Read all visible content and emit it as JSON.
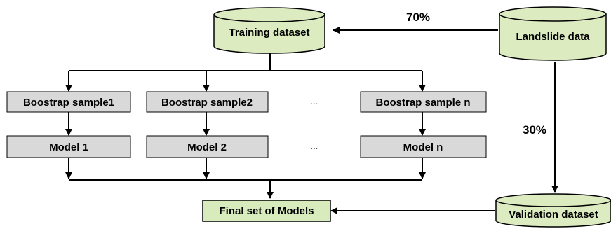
{
  "colors": {
    "cylinder_fill": "#dcebc0",
    "final_box_fill": "#d8ebbd",
    "process_box_fill": "#d9d9d9",
    "line": "#000000"
  },
  "nodes": {
    "training": "Training dataset",
    "landslide": "Landslide data",
    "validation": "Validation dataset",
    "boot1": "Boostrap sample1",
    "boot2": "Boostrap sample2",
    "bootn": "Boostrap sample n",
    "model1": "Model 1",
    "model2": "Model 2",
    "modeln": "Model n",
    "final": "Final set of Models",
    "ellipsis": "..."
  },
  "edge_labels": {
    "train_split": "70%",
    "validation_split": "30%"
  }
}
